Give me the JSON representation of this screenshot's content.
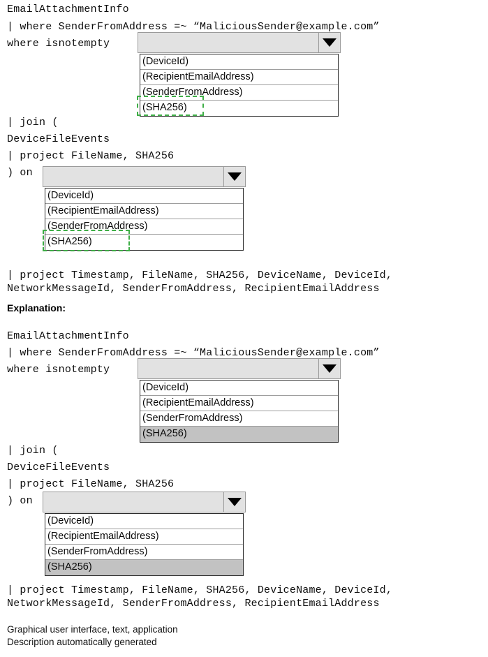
{
  "document": {
    "query_top": {
      "lines": [
        "EmailAttachmentInfo",
        "| where SenderFromAddress =~ “MaliciousSender@example.com”",
        "where isnotempty",
        "| join (",
        "DeviceFileEvents",
        "| project FileName, SHA256",
        ") on",
        "| project Timestamp, FileName, SHA256, DeviceName, DeviceId,",
        "NetworkMessageId, SenderFromAddress, RecipientEmailAddress"
      ]
    },
    "explanation_heading": "Explanation:",
    "query_bottom": {
      "lines": [
        "EmailAttachmentInfo",
        "| where SenderFromAddress =~ “MaliciousSender@example.com”",
        "where isnotempty",
        "| join (",
        "DeviceFileEvents",
        "| project FileName, SHA256",
        ") on",
        "| project Timestamp, FileName, SHA256, DeviceName, DeviceId,",
        "NetworkMessageId, SenderFromAddress, RecipientEmailAddress"
      ]
    },
    "caption": {
      "line1": "Graphical user interface, text, application",
      "line2": "Description automatically generated"
    }
  },
  "dropdowns": {
    "options": [
      "(DeviceId)",
      "(RecipientEmailAddress)",
      "(SenderFromAddress)",
      "(SHA256)"
    ],
    "selected_value": "(SHA256)",
    "arrow_icon": "chevron-down-icon",
    "combo_value": ""
  },
  "colors": {
    "answer_marker": "#3fae47",
    "selected_highlight": "#c2c2c2",
    "combo_face": "#e2e2e2",
    "list_border": "#2b2b2b"
  }
}
